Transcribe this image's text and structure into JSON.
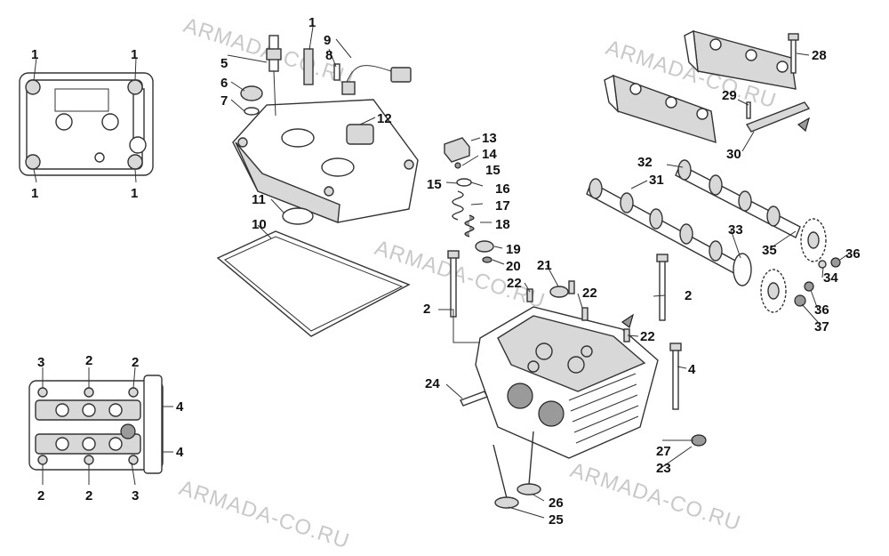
{
  "watermark": "ARMADA-CO.RU",
  "callouts": {
    "c1_a": "1",
    "c1_b": "1",
    "c1_c": "1",
    "c1_d": "1",
    "c1_e": "1",
    "c2_a": "2",
    "c2_b": "2",
    "c2_c": "2",
    "c2_d": "2",
    "c2_e": "2",
    "c2_f": "2",
    "c3_a": "3",
    "c3_b": "3",
    "c4_a": "4",
    "c4_b": "4",
    "c4_c": "4",
    "c5": "5",
    "c6": "6",
    "c7": "7",
    "c8": "8",
    "c9": "9",
    "c10": "10",
    "c11": "11",
    "c12": "12",
    "c13": "13",
    "c14": "14",
    "c15_a": "15",
    "c15_b": "15",
    "c16": "16",
    "c17": "17",
    "c18": "18",
    "c19": "19",
    "c20": "20",
    "c21": "21",
    "c22_a": "22",
    "c22_b": "22",
    "c22_c": "22",
    "c23": "23",
    "c24": "24",
    "c25": "25",
    "c26": "26",
    "c27": "27",
    "c28": "28",
    "c29": "29",
    "c30": "30",
    "c31": "31",
    "c32": "32",
    "c33": "33",
    "c34": "34",
    "c35": "35",
    "c36_a": "36",
    "c36_b": "36",
    "c37": "37"
  }
}
